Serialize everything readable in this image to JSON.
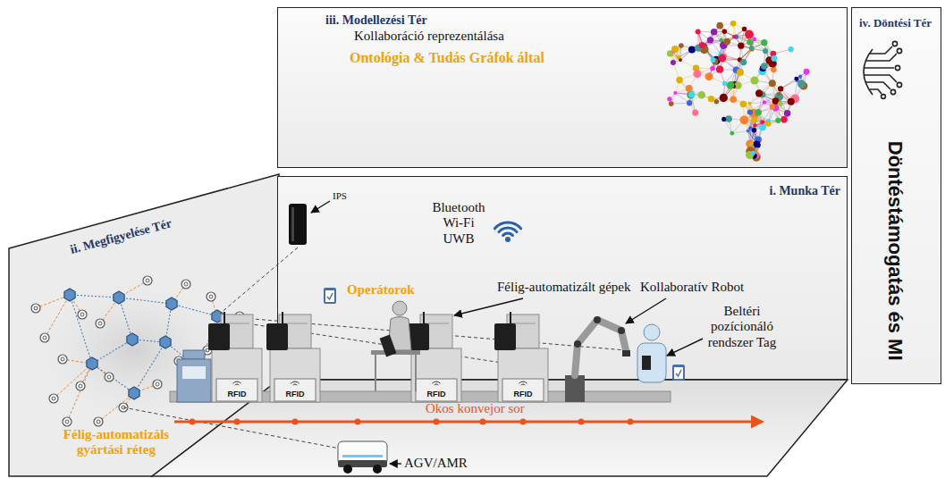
{
  "diagram": {
    "nodes": [
      {
        "text": [
          "iii. Modellezési Tér",
          "Kollaboráció reprezentálása",
          "Ontológia & Tudás Gráfok által"
        ]
      },
      {
        "text": [
          "iv. Döntési Tér",
          "Döntéstámogatás és MI"
        ]
      },
      {
        "text": [
          "ii. Megfigyelése Tér"
        ]
      },
      {
        "text": [
          "i. Munka Tér"
        ]
      }
    ],
    "labels": [
      "IPS",
      "Bluetooth Wi-Fi UWB",
      "Operátorok",
      "Félig-automatizált gépek",
      "Kollaboratív Robot",
      "Beltéri pozícionáló rendszer Tag",
      "RFID",
      "RFID",
      "RFID",
      "RFID",
      "Okos konvejor sor",
      "Félig-automatizáls gyártási réteg",
      "AGV/AMR"
    ]
  }
}
